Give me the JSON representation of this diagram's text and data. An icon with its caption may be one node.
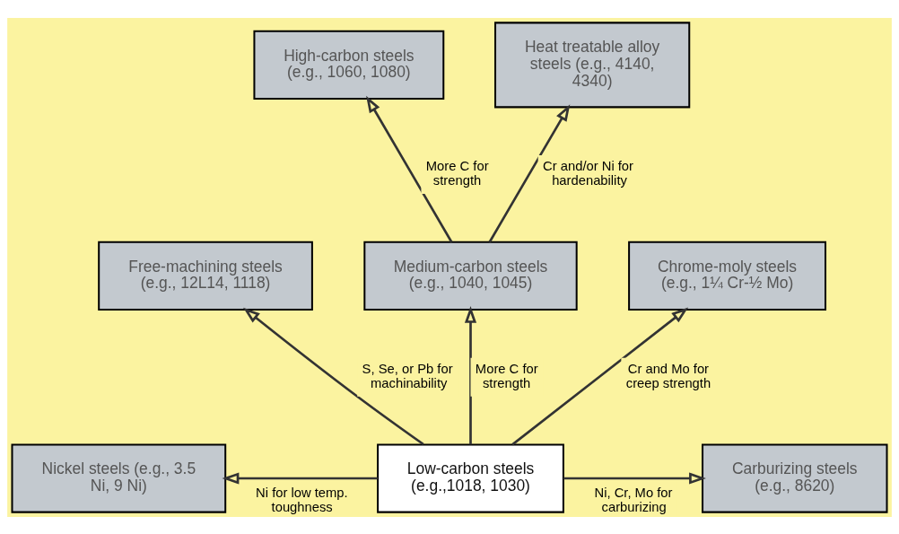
{
  "diagram": {
    "nodes": [
      {
        "text": [
          "High-carbon steels (e.g., 1060, 1080)"
        ]
      },
      {
        "text": [
          "Heat treatable alloy steels (e.g., 4140, 4340)"
        ]
      },
      {
        "text": [
          "Free-machining steels (e.g., 12L14, 1118)"
        ]
      },
      {
        "text": [
          "Medium-carbon steels (e.g., 1040, 1045)"
        ]
      },
      {
        "text": [
          "Chrome-moly steels (e.g., 1¼ Cr-½ Mo)"
        ]
      },
      {
        "text": [
          "Nickel steels (e.g., 3.5 Ni, 9 Ni)"
        ]
      },
      {
        "text": [
          "Low-carbon steels (e.g.,1018, 1030)"
        ]
      },
      {
        "text": [
          "Carburizing steels (e.g., 8620)"
        ]
      }
    ],
    "edges": [
      {
        "from": 3,
        "to": 0,
        "arrow": "to",
        "label": "More C for strength"
      },
      {
        "from": 3,
        "to": 1,
        "arrow": "to",
        "label": "Cr and/or Ni for hardenability"
      },
      {
        "from": 6,
        "to": 2,
        "arrow": "to",
        "label": "S, Se, or Pb for machinability"
      },
      {
        "from": 6,
        "to": 3,
        "arrow": "to",
        "label": "More C for strength"
      },
      {
        "from": 6,
        "to": 4,
        "arrow": "to",
        "label": "Cr and Mo for creep strength"
      },
      {
        "from": 6,
        "to": 5,
        "arrow": "to",
        "label": "Ni for low temp. toughness"
      },
      {
        "from": 6,
        "to": 7,
        "arrow": "to",
        "label": "Ni, Cr, Mo for carburizing"
      }
    ]
  }
}
